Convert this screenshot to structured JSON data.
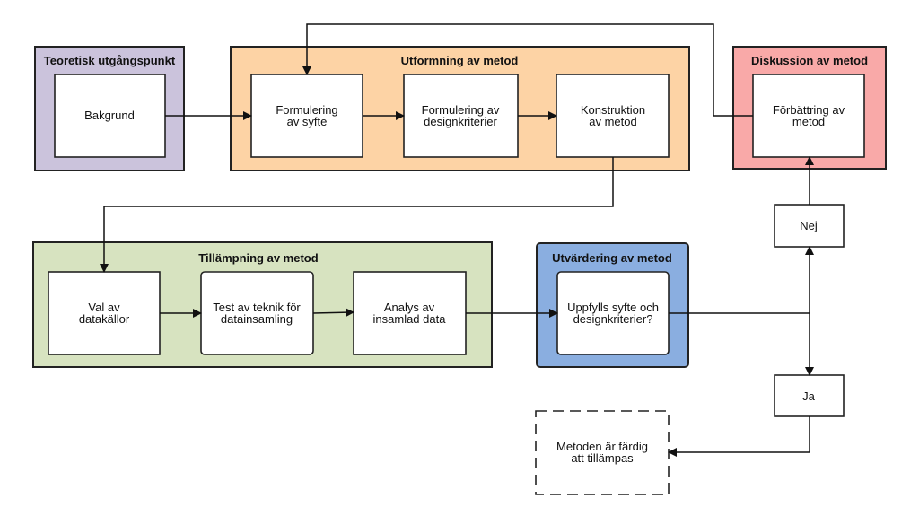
{
  "groups": {
    "teoretisk": {
      "title": "Teoretisk utgångspunkt",
      "color": "#cbc3dc"
    },
    "utformning": {
      "title": "Utformning av metod",
      "color": "#fdd3a5"
    },
    "diskussion": {
      "title": "Diskussion av metod",
      "color": "#f9a9a8"
    },
    "tillampning": {
      "title": "Tillämpning av metod",
      "color": "#d7e3c0"
    },
    "utvardering": {
      "title": "Utvärdering av metod",
      "color": "#8aaee0"
    }
  },
  "nodes": {
    "bakgrund": [
      "Bakgrund"
    ],
    "formulering_syfte": [
      "Formulering",
      "av syfte"
    ],
    "formulering_design": [
      "Formulering av",
      "designkriterier"
    ],
    "konstruktion": [
      "Konstruktion",
      "av metod"
    ],
    "forbattring": [
      "Förbättring av",
      "metod"
    ],
    "val": [
      "Val av",
      "datakällor"
    ],
    "test": [
      "Test av teknik för",
      "datainsamling"
    ],
    "analys": [
      "Analys av",
      "insamlad data"
    ],
    "uppfylls": [
      "Uppfylls syfte och",
      "designkriterier?"
    ],
    "nej": [
      "Nej"
    ],
    "ja": [
      "Ja"
    ],
    "fardig": [
      "Metoden är färdig",
      "att tillämpas"
    ]
  }
}
